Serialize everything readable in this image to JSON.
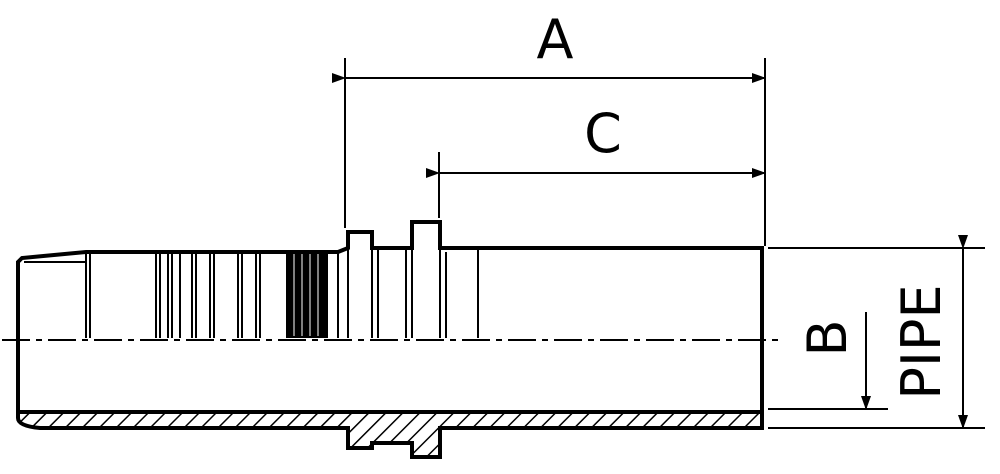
{
  "labels": {
    "A": "A",
    "B": "B",
    "C": "C",
    "pipe": "PIPE"
  }
}
